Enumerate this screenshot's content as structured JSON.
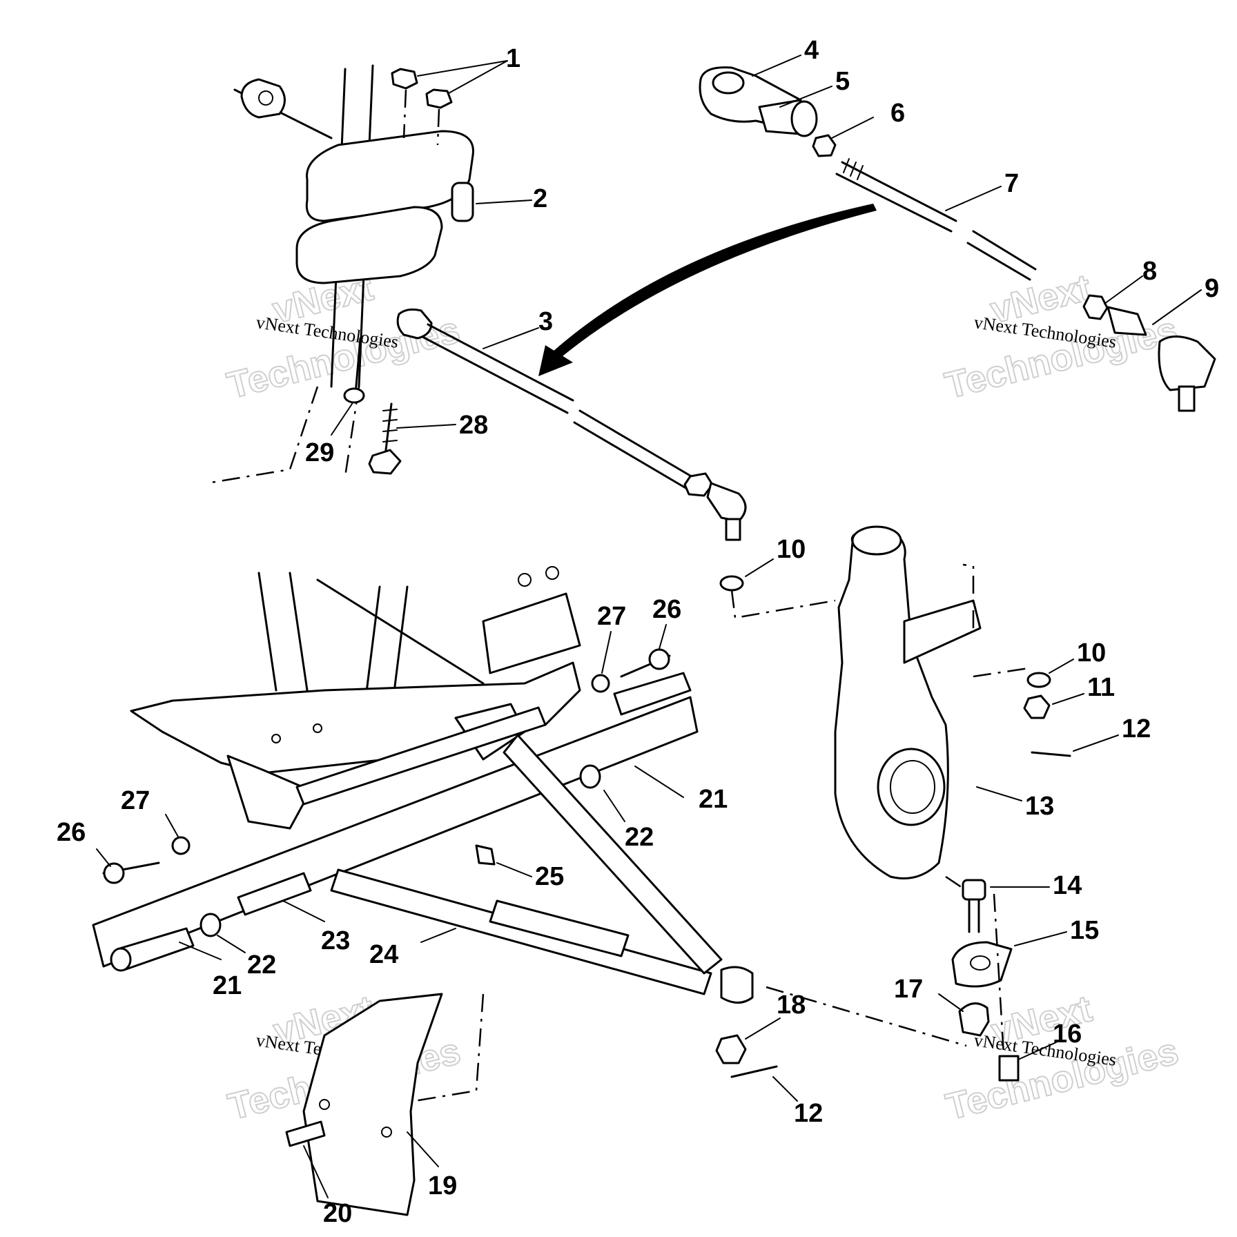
{
  "callouts": {
    "c1": "1",
    "c2": "2",
    "c3": "3",
    "c4": "4",
    "c5": "5",
    "c6": "6",
    "c7": "7",
    "c8": "8",
    "c9": "9",
    "c10a": "10",
    "c10b": "10",
    "c11": "11",
    "c12a": "12",
    "c12b": "12",
    "c13": "13",
    "c14": "14",
    "c15": "15",
    "c16": "16",
    "c17": "17",
    "c18": "18",
    "c19": "19",
    "c20": "20",
    "c21a": "21",
    "c21b": "21",
    "c22a": "22",
    "c22b": "22",
    "c23": "23",
    "c24": "24",
    "c25": "25",
    "c26a": "26",
    "c26b": "26",
    "c27a": "27",
    "c27b": "27",
    "c28": "28",
    "c29": "29"
  },
  "watermarks": {
    "line1": "vNext Technologies",
    "line2": "vNext",
    "line3": "Technologies"
  },
  "colors": {
    "ink": "#000000",
    "watermark": "#cfcfcf",
    "background": "#ffffff"
  }
}
